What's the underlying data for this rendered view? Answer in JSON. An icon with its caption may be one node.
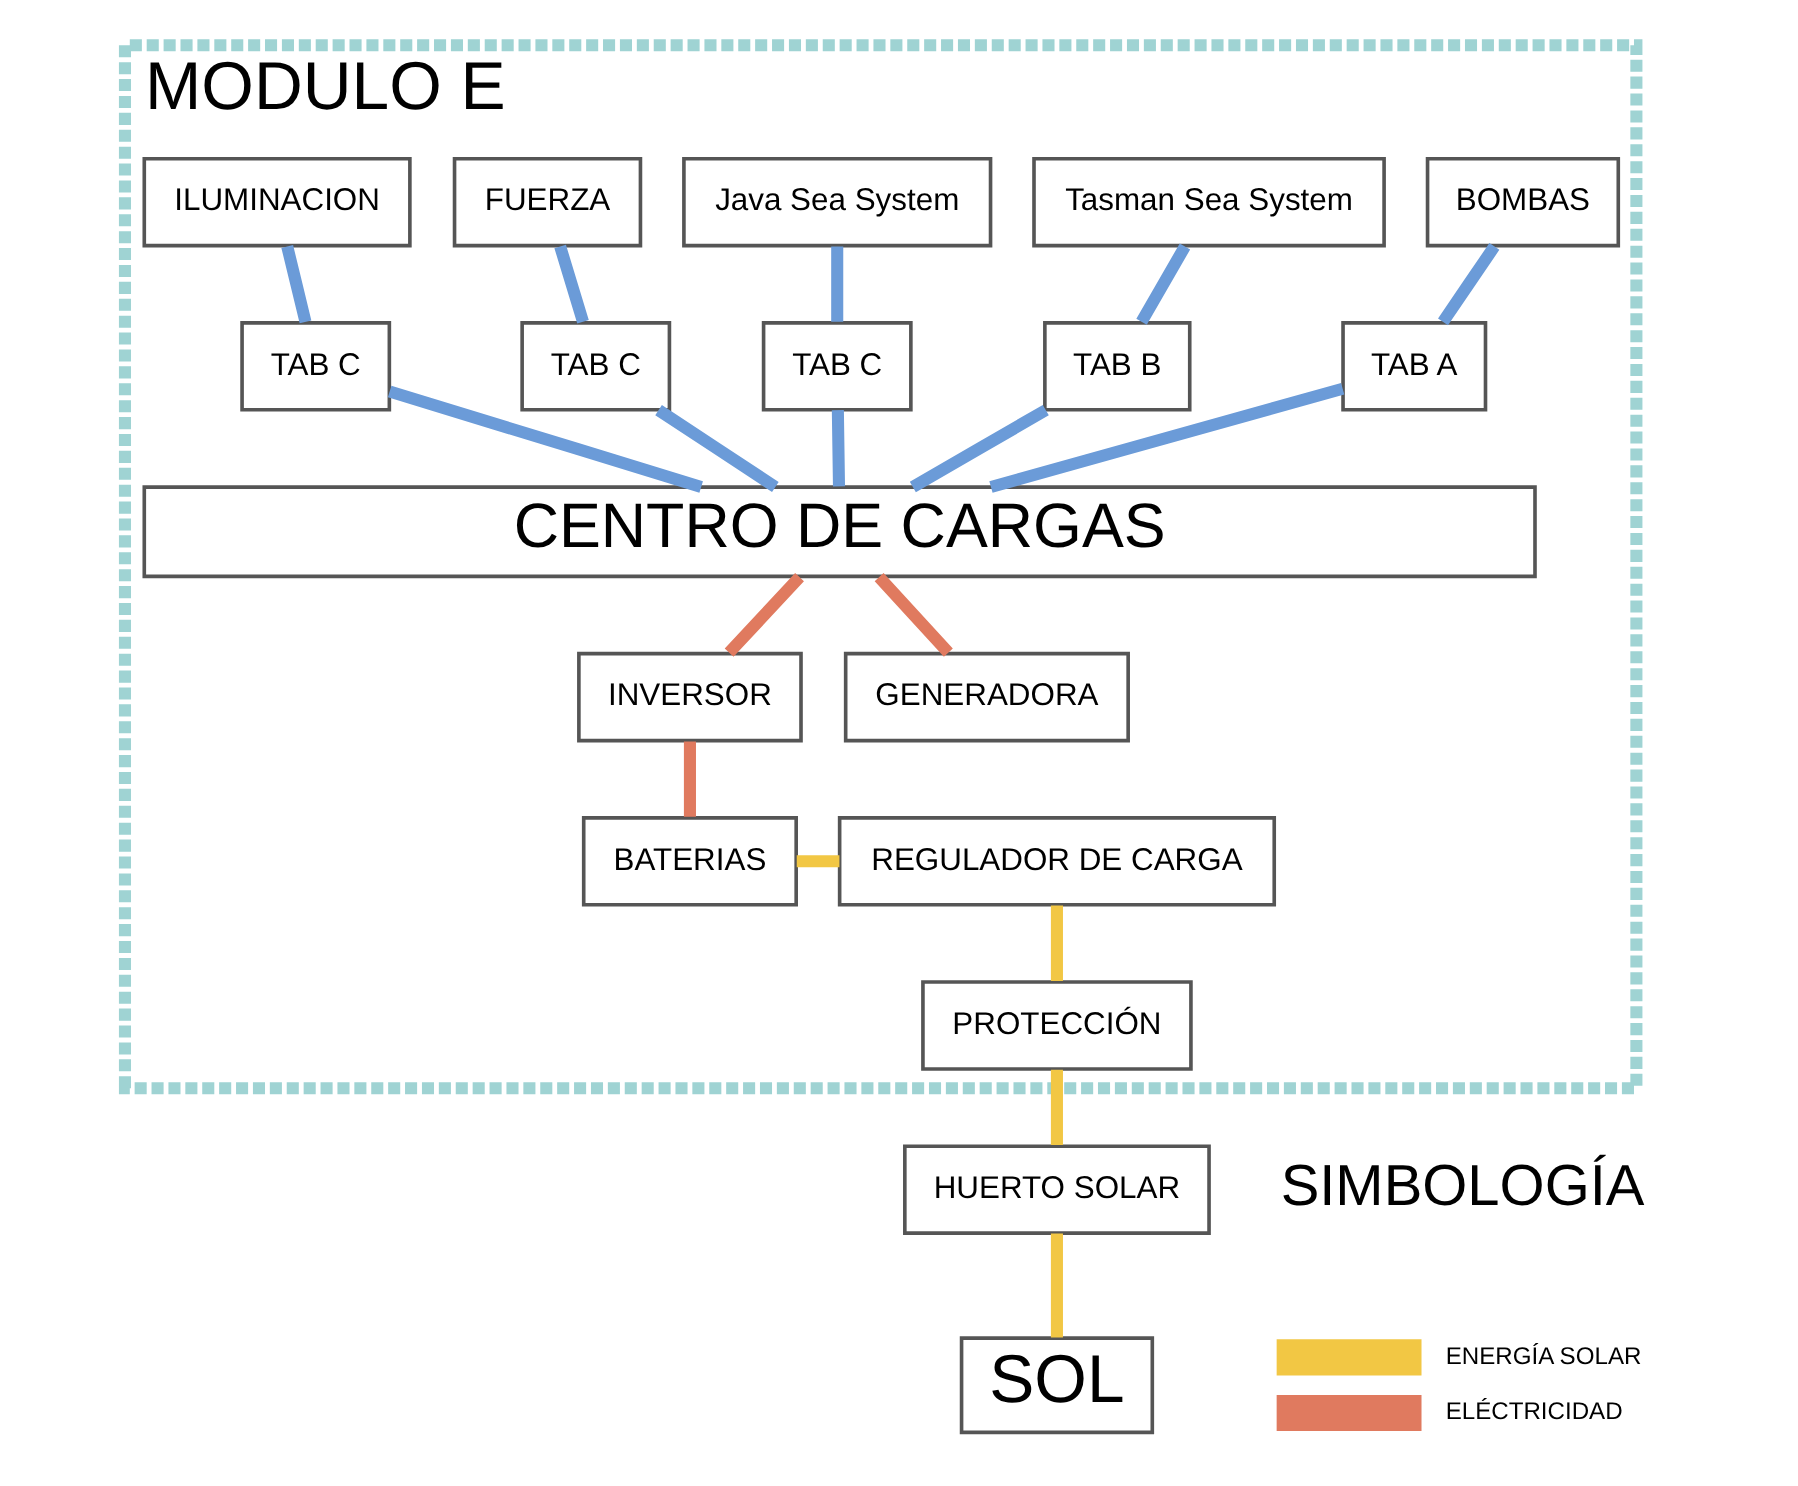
{
  "diagram": {
    "nodes": [
      {
        "text": [
          "MODULO E"
        ]
      },
      {
        "text": [
          "BOMBAS"
        ],
        "in": 0
      },
      {
        "text": [
          "Tasman Sea System"
        ],
        "in": 0
      },
      {
        "text": [
          "Java Sea System"
        ],
        "in": 0
      },
      {
        "text": [
          "FUERZA"
        ],
        "in": 0
      },
      {
        "text": [
          "ILUMINACION"
        ],
        "in": 0
      },
      {
        "text": [
          "TAB A"
        ],
        "in": 0
      },
      {
        "text": [
          "TAB B"
        ],
        "in": 0
      },
      {
        "text": [
          "TAB C"
        ],
        "in": 0
      },
      {
        "text": [
          "TAB C"
        ],
        "in": 0
      },
      {
        "text": [
          "TAB C"
        ],
        "in": 0
      },
      {
        "text": [
          "CENTRO DE CARGAS"
        ],
        "in": 0
      },
      {
        "text": [
          "INVERSOR"
        ],
        "in": 0
      },
      {
        "text": [
          "GENERADORA"
        ],
        "in": 0
      },
      {
        "text": [
          "BATERIAS"
        ],
        "in": 0
      },
      {
        "text": [
          "REGULADOR DE CARGA"
        ],
        "in": 0
      },
      {
        "text": [
          "PROTECCIÓN"
        ],
        "in": 0
      },
      {
        "text": [
          "HUERTO SOLAR"
        ]
      },
      {
        "text": [
          "SOL"
        ]
      }
    ],
    "edges": [
      {
        "from": 1,
        "to": 6,
        "arrow": "none"
      },
      {
        "from": 2,
        "to": 7,
        "arrow": "none"
      },
      {
        "from": 3,
        "to": 8,
        "arrow": "none"
      },
      {
        "from": 4,
        "to": 9,
        "arrow": "none"
      },
      {
        "from": 5,
        "to": 10,
        "arrow": "none"
      },
      {
        "from": 6,
        "to": 11,
        "arrow": "none"
      },
      {
        "from": 7,
        "to": 11,
        "arrow": "none"
      },
      {
        "from": 8,
        "to": 11,
        "arrow": "none"
      },
      {
        "from": 9,
        "to": 11,
        "arrow": "none"
      },
      {
        "from": 10,
        "to": 11,
        "arrow": "none"
      },
      {
        "from": 11,
        "to": 12,
        "arrow": "none",
        "color": "#e07a5f"
      },
      {
        "from": 11,
        "to": 13,
        "arrow": "none",
        "color": "#e07a5f"
      },
      {
        "from": 12,
        "to": 14,
        "arrow": "none",
        "color": "#e07a5f"
      },
      {
        "from": 14,
        "to": 15,
        "arrow": "none",
        "color": "#f2c744"
      },
      {
        "from": 15,
        "to": 16,
        "arrow": "none",
        "color": "#f2c744"
      },
      {
        "from": 16,
        "to": 17,
        "arrow": "none",
        "color": "#f2c744"
      },
      {
        "from": 17,
        "to": 18,
        "arrow": "none",
        "color": "#f2c744"
      }
    ],
    "labels": [
      "SIMBOLOGÍA"
    ],
    "legend": [
      {
        "text": "ENERGÍA SOLAR",
        "color": "#f2c744"
      },
      {
        "text": "ELÉCTRICIDAD",
        "color": "#e07a5f"
      }
    ]
  }
}
